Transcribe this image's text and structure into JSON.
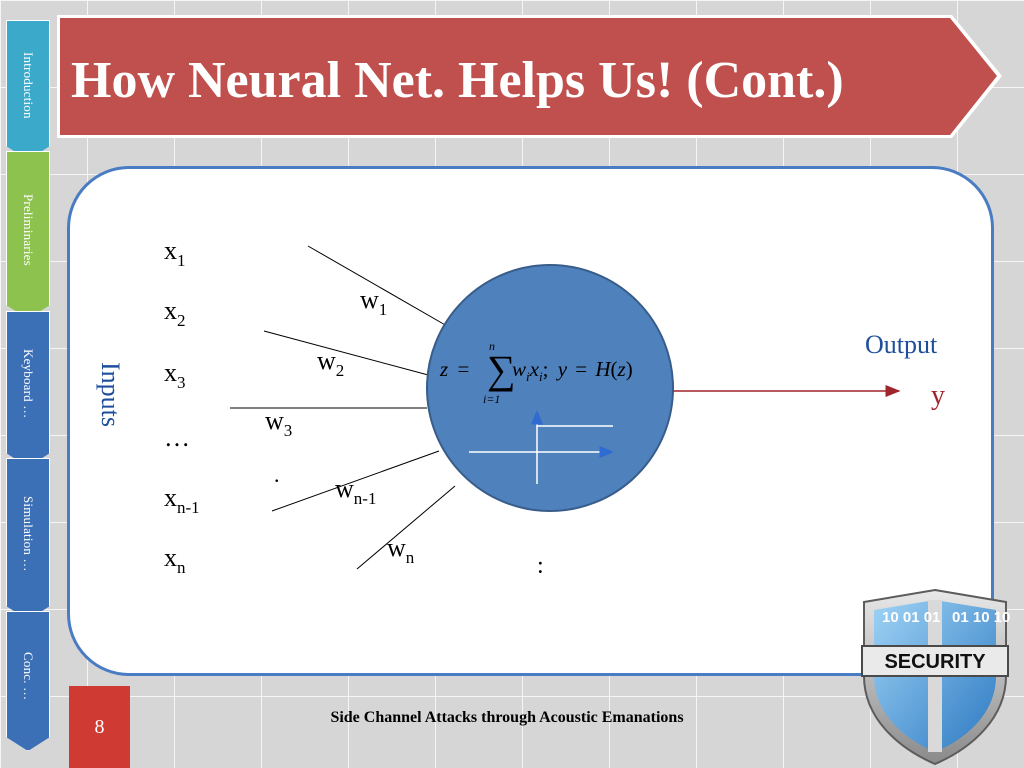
{
  "nav": {
    "items": [
      {
        "label": "Introduction"
      },
      {
        "label": "Preliminaries"
      },
      {
        "label": "Keyboard …"
      },
      {
        "label": "Simulation …"
      },
      {
        "label": "Conc. …"
      }
    ]
  },
  "title": "How Neural Net. Helps Us! (Cont.)",
  "diagram": {
    "inputs_label": "Inputs",
    "inputs": [
      {
        "base": "x",
        "sub": "1"
      },
      {
        "base": "x",
        "sub": "2"
      },
      {
        "base": "x",
        "sub": "3"
      },
      {
        "base": "…",
        "sub": ""
      },
      {
        "base": "x",
        "sub": "n-1"
      },
      {
        "base": "x",
        "sub": "n"
      }
    ],
    "weights": [
      {
        "base": "w",
        "sub": "1"
      },
      {
        "base": "w",
        "sub": "2"
      },
      {
        "base": "w",
        "sub": "3"
      },
      {
        "base": "w",
        "sub": "n-1"
      },
      {
        "base": "w",
        "sub": "n"
      }
    ],
    "dot": ".",
    "dots_vertical": ":",
    "formula": {
      "z": "z",
      "eq": "=",
      "sum": "∑",
      "upper": "n",
      "lower": "i=1",
      "w": "w",
      "i": "i",
      "x": "x",
      "sep": ";",
      "y": "y",
      "H": "H",
      "lparen": "(",
      "rparen": ")"
    },
    "output_label": "Output",
    "output_var": "y"
  },
  "footer": {
    "slide_number": "8",
    "text": "Side Channel Attacks through Acoustic Emanations"
  },
  "logo": {
    "text": "SECURITY",
    "binary_left": "10\n01\n01",
    "binary_right": "01\n10\n10"
  },
  "colors": {
    "banner": "#c0504d",
    "accent_blue": "#4a7cc4",
    "neuron_fill": "#4f81bd",
    "output_arrow": "#a0242c",
    "slide_number_bg": "#cf3b33"
  }
}
